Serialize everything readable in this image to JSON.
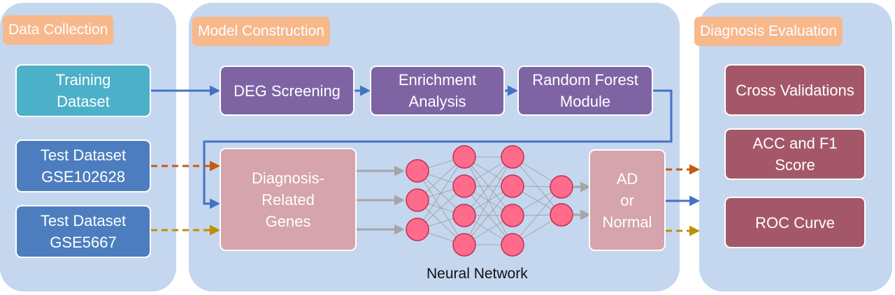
{
  "panels": {
    "data_collection": "Data Collection",
    "model_construction": "Model Construction",
    "diagnosis_evaluation": "Diagnosis Evaluation"
  },
  "data_collection": {
    "training": "Training\nDataset",
    "test1": "Test Dataset\nGSE102628",
    "test2": "Test Dataset\nGSE5667"
  },
  "model_construction": {
    "deg": "DEG Screening",
    "enrichment": "Enrichment\nAnalysis",
    "random_forest": "Random Forest\nModule",
    "genes": "Diagnosis-\nRelated\nGenes",
    "output": "AD\nor\nNormal",
    "nn_label": "Neural Network"
  },
  "diagnosis_evaluation": {
    "cv": "Cross Validations",
    "acc": "ACC and F1\nScore",
    "roc": "ROC Curve"
  },
  "colors": {
    "arrow_blue": "#4472c4",
    "arrow_orange": "#c55a11",
    "arrow_gold": "#bf9000",
    "node": "#ff6b8b",
    "edge": "#a6a6a6"
  }
}
